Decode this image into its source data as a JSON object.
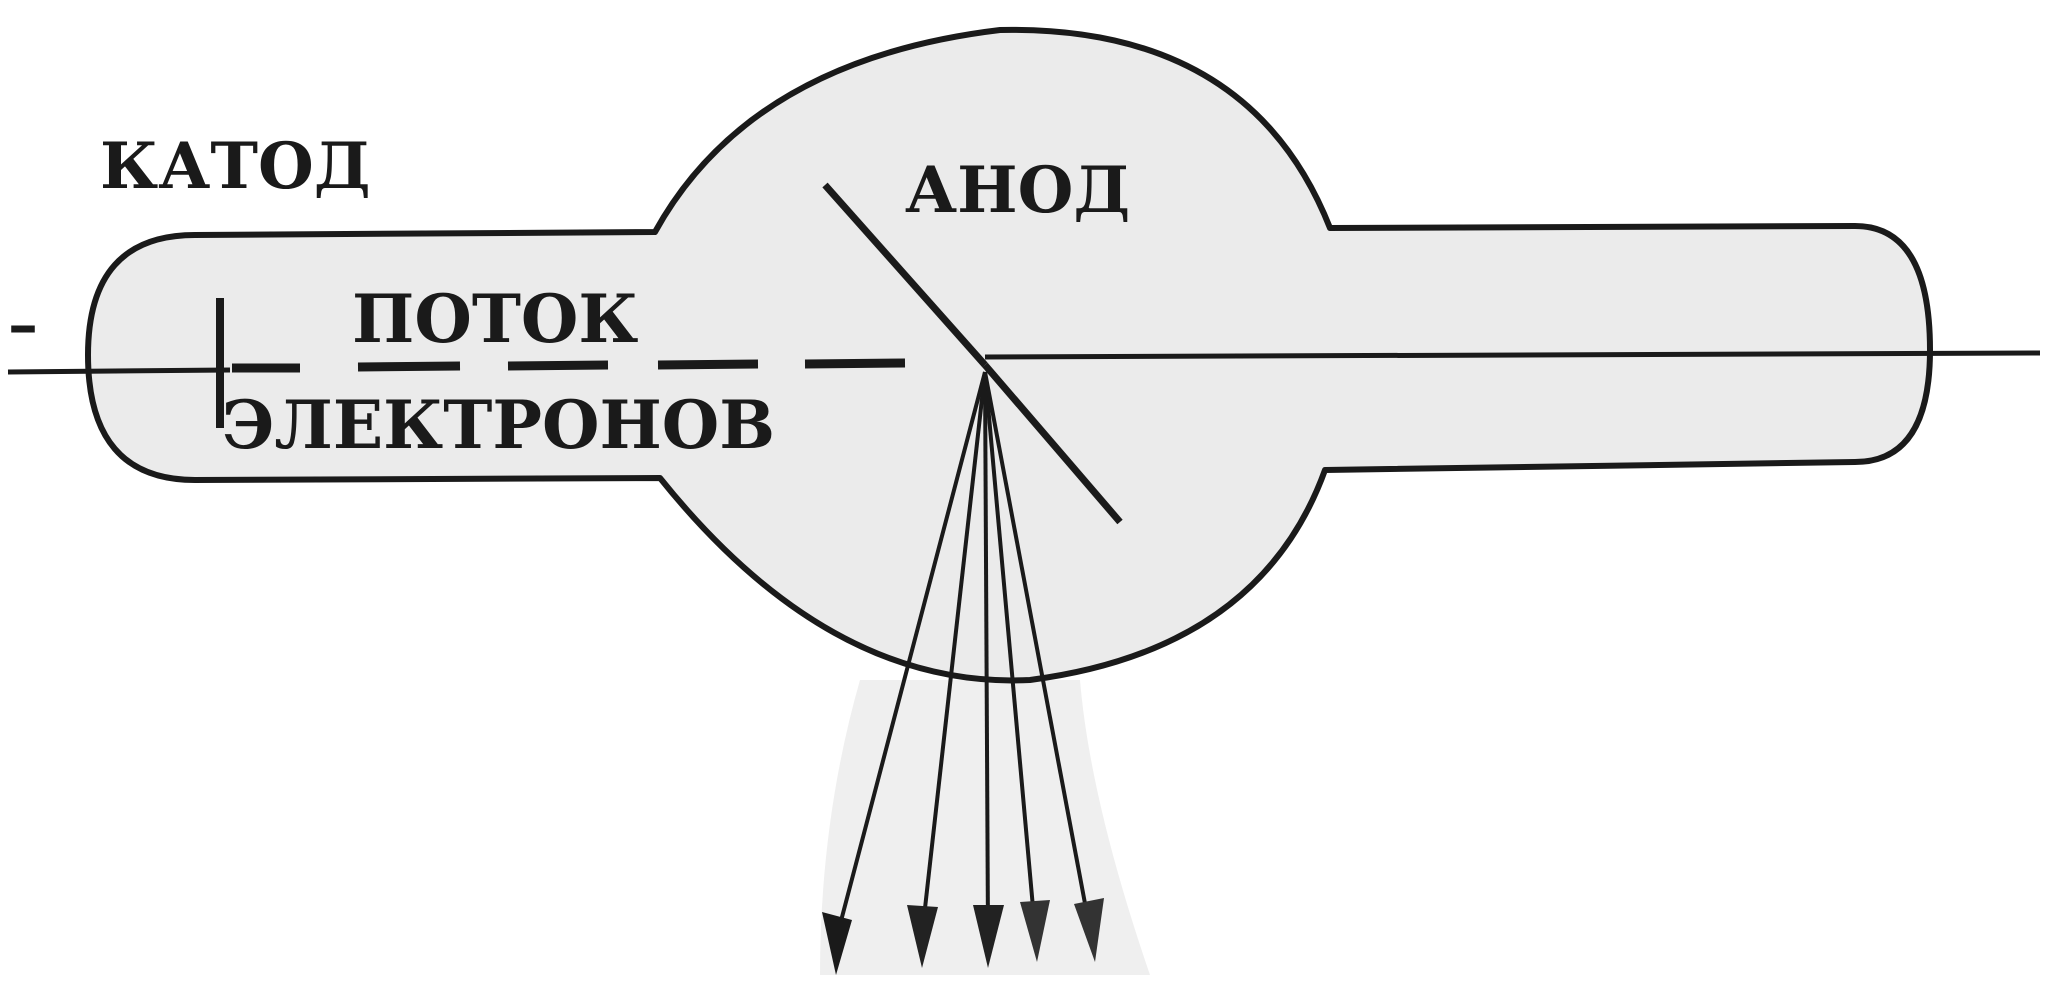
{
  "labels": {
    "cathode": "КАТОД",
    "anode": "АНОД",
    "flow_line1": "ПОТОК",
    "flow_line2": "ЭЛЕКТРОНОВ",
    "minus_sign": "–"
  },
  "colors": {
    "ink": "#1a1a1a",
    "tube_fill": "#ebebeb",
    "background": "#ffffff"
  }
}
